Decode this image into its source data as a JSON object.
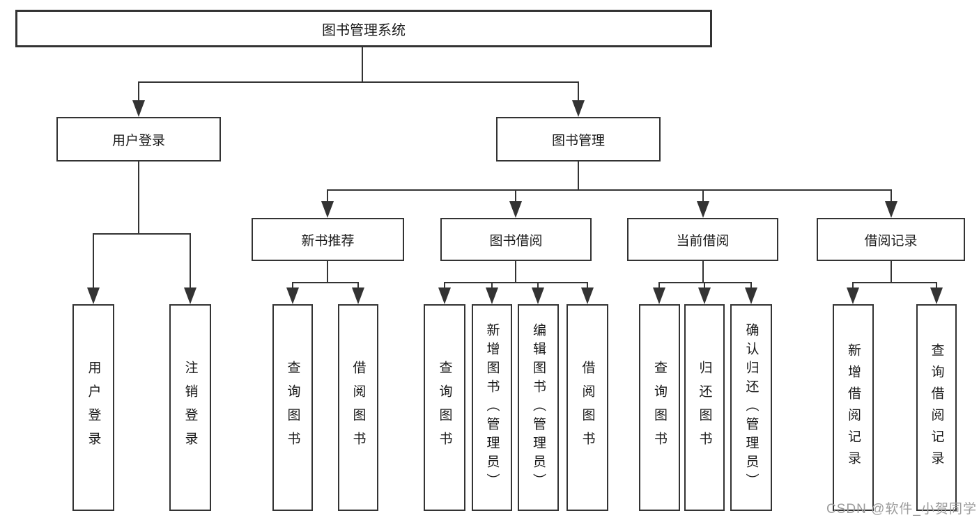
{
  "diagram": {
    "root": {
      "label": "图书管理系统"
    },
    "branches": [
      {
        "label": "用户登录",
        "children": [
          {
            "label": "用户登录"
          },
          {
            "label": "注销登录"
          }
        ]
      },
      {
        "label": "图书管理",
        "children": [
          {
            "label": "新书推荐",
            "children": [
              {
                "label": "查询图书"
              },
              {
                "label": "借阅图书"
              }
            ]
          },
          {
            "label": "图书借阅",
            "children": [
              {
                "label": "查询图书"
              },
              {
                "label": "新增图书（管理员）"
              },
              {
                "label": "编辑图书（管理员）"
              },
              {
                "label": "借阅图书"
              }
            ]
          },
          {
            "label": "当前借阅",
            "children": [
              {
                "label": "查询图书"
              },
              {
                "label": "归还图书"
              },
              {
                "label": "确认归还（管理员）"
              }
            ]
          },
          {
            "label": "借阅记录",
            "children": [
              {
                "label": "新增借阅记录"
              },
              {
                "label": "查询借阅记录"
              }
            ]
          }
        ]
      }
    ]
  },
  "watermark": {
    "text": "CSDN @软件_小贺同学"
  },
  "colors": {
    "line": "#333333",
    "box_border": "#333333",
    "background": "#ffffff",
    "text": "#1a1a1a",
    "watermark": "#9c9c9c"
  }
}
